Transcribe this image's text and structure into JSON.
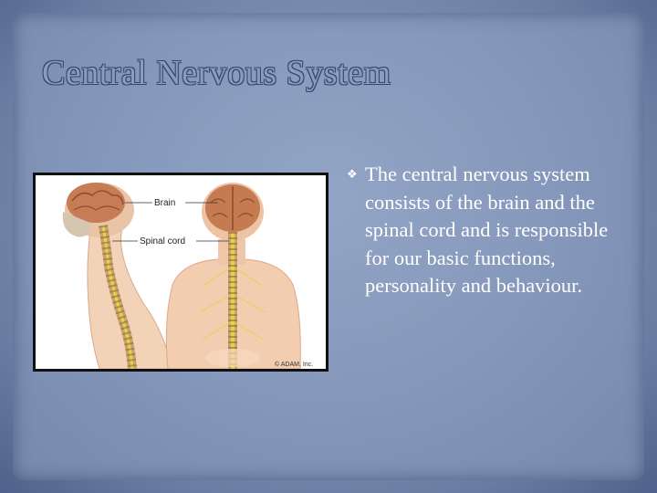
{
  "slide": {
    "title": "Central Nervous System",
    "bullets": [
      {
        "icon": "bullet-icon",
        "text": "The central nervous system consists of the brain and the spinal cord and is responsible for our basic functions, personality and behaviour."
      }
    ]
  },
  "figure": {
    "label_brain": "Brain",
    "label_spinal_cord": "Spinal cord",
    "credit": "© ADAM, Inc."
  },
  "colors": {
    "background": "#7f91b5",
    "text": "#ffffff",
    "frame": "#111111"
  }
}
